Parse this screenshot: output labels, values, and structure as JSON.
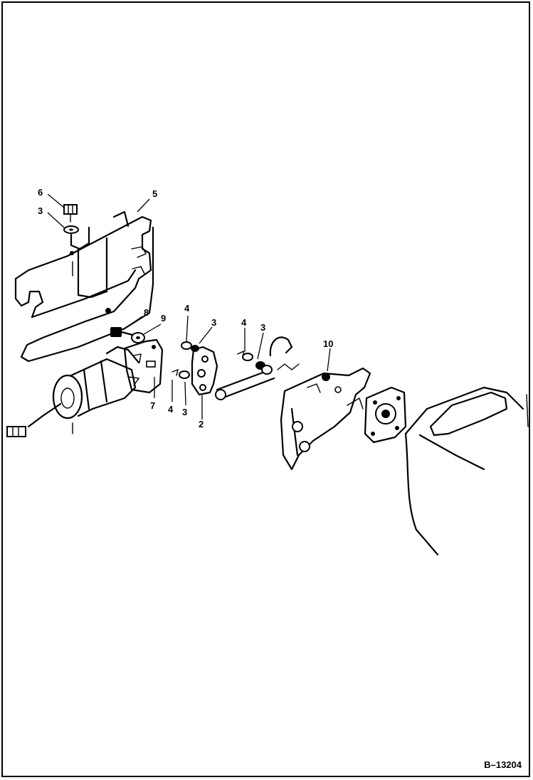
{
  "diagram": {
    "drawing_number": "B–13204",
    "callouts": {
      "c6": "6",
      "c3_top": "3",
      "c5": "5",
      "c8": "8",
      "c9": "9",
      "c4_a": "4",
      "c3_a": "3",
      "c4_b": "4",
      "c3_b": "3",
      "c10": "10",
      "c7": "7",
      "c4_c": "4",
      "c3_c": "3",
      "c2": "2"
    }
  }
}
